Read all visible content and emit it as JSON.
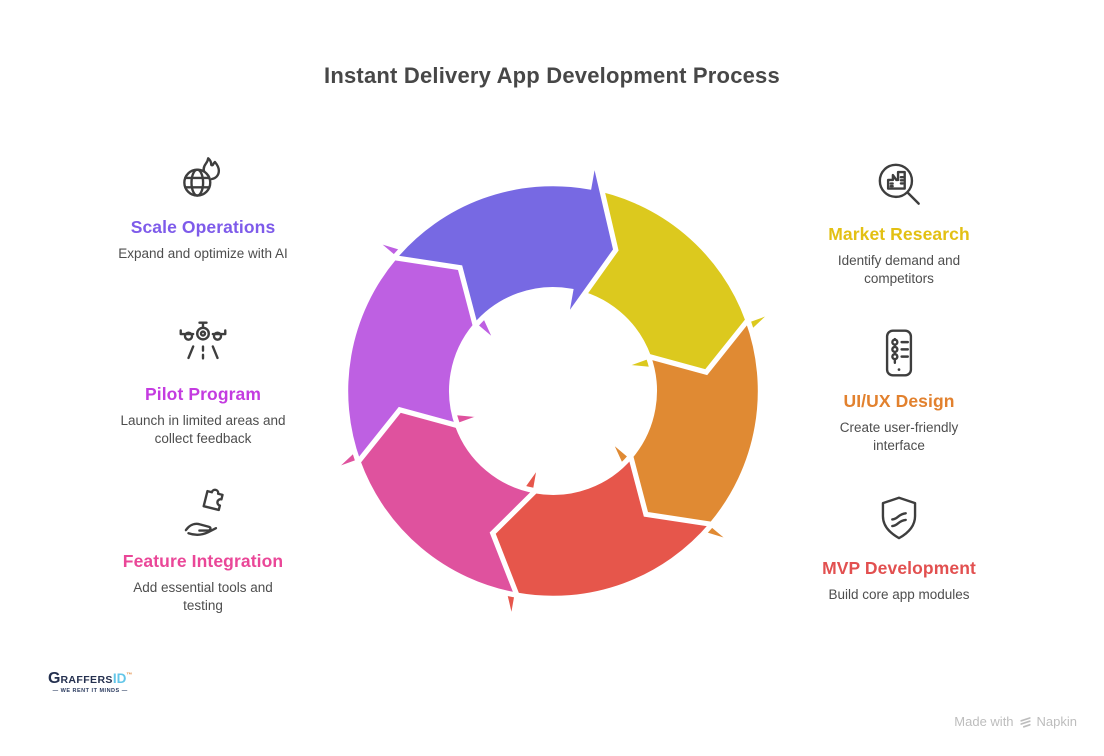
{
  "title": "Instant Delivery App Development Process",
  "steps": {
    "left": [
      {
        "heading": "Scale Operations",
        "body": "Expand and optimize with AI",
        "color": "#7E5BEA",
        "icon": "globe-flame-icon"
      },
      {
        "heading": "Pilot Program",
        "body": "Launch in limited areas and collect feedback",
        "color": "#C43BE0",
        "icon": "airplane-icon"
      },
      {
        "heading": "Feature Integration",
        "body": "Add essential tools and testing",
        "color": "#EA4798",
        "icon": "hand-puzzle-icon"
      }
    ],
    "right": [
      {
        "heading": "Market Research",
        "body": "Identify demand and competitors",
        "color": "#E3C013",
        "icon": "magnifier-building-icon"
      },
      {
        "heading": "UI/UX Design",
        "body": "Create user-friendly interface",
        "color": "#E2812E",
        "icon": "phone-sliders-icon"
      },
      {
        "heading": "MVP Development",
        "body": "Build core app modules",
        "color": "#E25050",
        "icon": "shield-code-icon"
      }
    ]
  },
  "cycle": {
    "colors": {
      "yellow": "#DCC91E",
      "orange": "#E08A33",
      "red": "#E6564B",
      "pink": "#DF529E",
      "violet": "#BE60E2",
      "purple": "#7769E3"
    }
  },
  "footer": {
    "logo_g": "G",
    "logo_rest": "RAFFERS",
    "logo_id": "ID",
    "logo_tm": "™",
    "logo_tagline": "— WE RENT IT MINDS —",
    "credit_text": "Made with",
    "credit_brand": "Napkin"
  }
}
